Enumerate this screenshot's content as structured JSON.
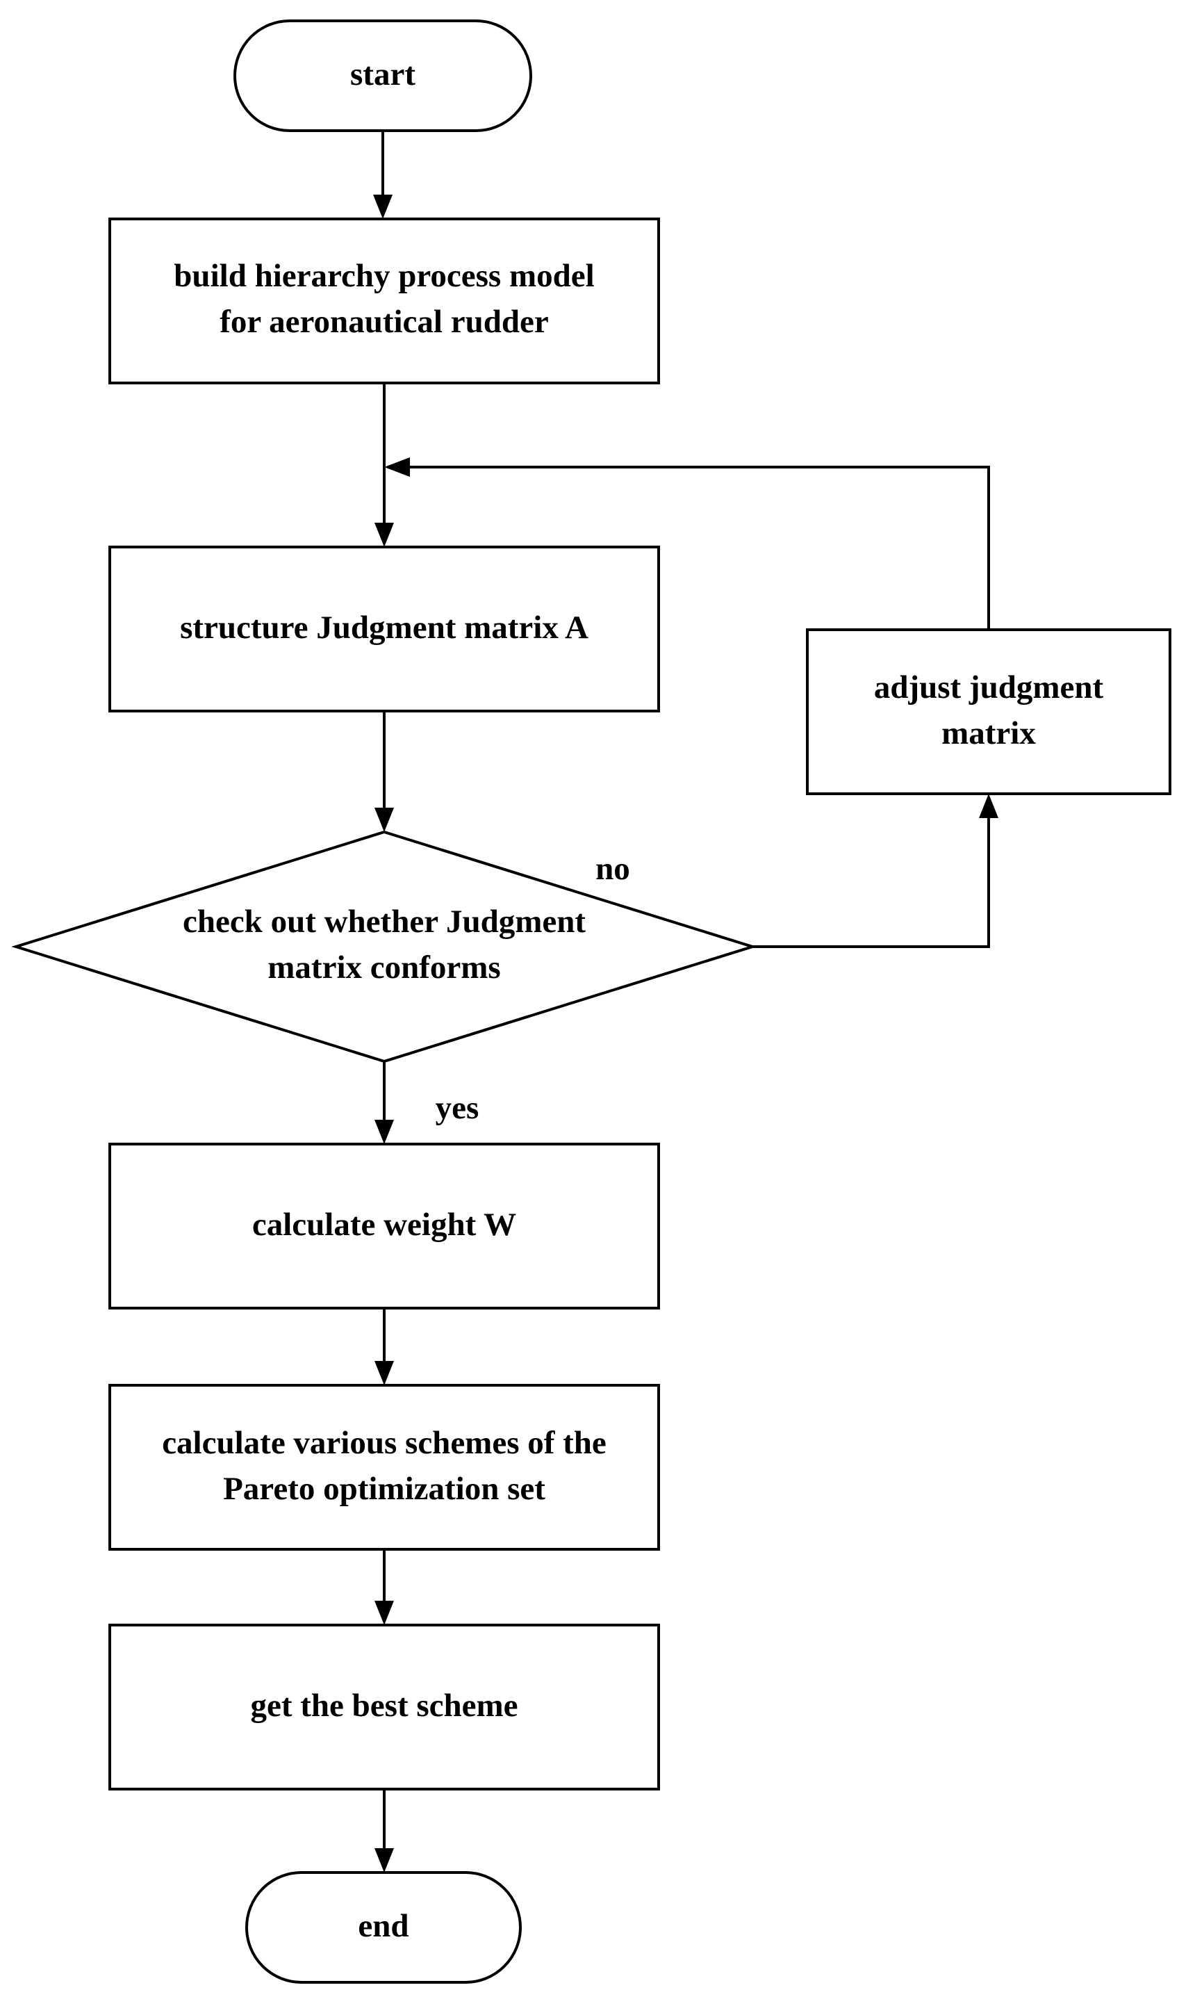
{
  "nodes": {
    "start": {
      "type": "terminator",
      "label": "start"
    },
    "build_model": {
      "type": "process",
      "lines": [
        "build hierarchy process model",
        "for aeronautical rudder"
      ]
    },
    "structure_matrix": {
      "type": "process",
      "lines": [
        "structure Judgment matrix A"
      ]
    },
    "adjust_matrix": {
      "type": "process",
      "lines": [
        "adjust judgment",
        "matrix"
      ]
    },
    "check_conformity": {
      "type": "decision",
      "lines": [
        "check out whether Judgment",
        "matrix conforms"
      ]
    },
    "calculate_weight": {
      "type": "process",
      "lines": [
        "calculate weight W"
      ]
    },
    "calculate_schemes": {
      "type": "process",
      "lines": [
        "calculate various schemes of the",
        "Pareto optimization set"
      ]
    },
    "best_scheme": {
      "type": "process",
      "lines": [
        "get the best scheme"
      ]
    },
    "end": {
      "type": "terminator",
      "label": "end"
    }
  },
  "edge_labels": {
    "no": "no",
    "yes": "yes"
  }
}
